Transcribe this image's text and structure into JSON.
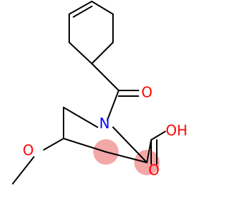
{
  "molecule": {
    "atoms": {
      "o_carbonyl": {
        "label": "O",
        "color": "#ff0000"
      },
      "n_ring": {
        "label": "N",
        "color": "#0000ff"
      },
      "oh": {
        "label": "OH",
        "color": "#ff0000"
      },
      "o_acid_carbonyl": {
        "label": "O",
        "color": "#ff0000"
      },
      "o_methoxy": {
        "label": "O",
        "color": "#ff0000"
      }
    },
    "highlight_color": "#f4a7a7",
    "bond_color": "#000000"
  }
}
